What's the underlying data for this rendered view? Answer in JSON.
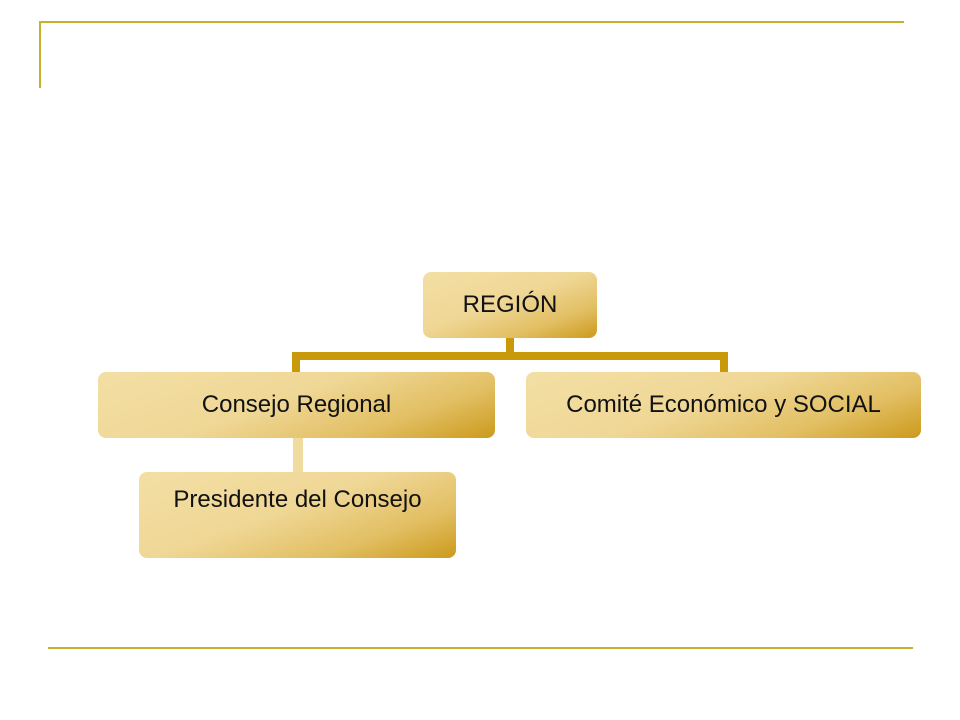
{
  "diagram": {
    "root": {
      "label": "REGIÓN"
    },
    "children": [
      {
        "label": "Consejo Regional",
        "children": [
          {
            "label": "Presidente del Consejo"
          }
        ]
      },
      {
        "label": "Comité Económico y SOCIAL"
      }
    ]
  },
  "colors": {
    "frame": "#c9b02a",
    "connector": "#c89a0a",
    "node_light": "#f3dfa4",
    "node_dark": "#cc9a1c"
  }
}
